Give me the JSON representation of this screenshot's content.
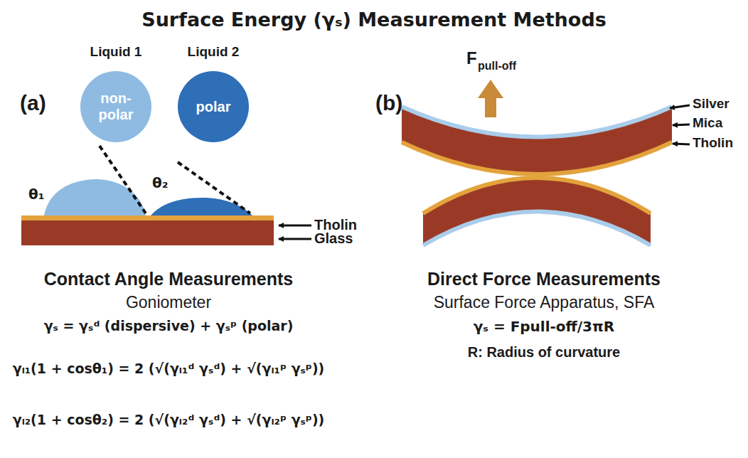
{
  "diagram": {
    "title": "Surface Energy (γₛ) Measurement Methods",
    "nodes": [
      {
        "text": [
          "Liquid 1",
          "non-polar"
        ]
      },
      {
        "text": [
          "Liquid 2",
          "polar"
        ]
      }
    ],
    "labels": [
      "(a)",
      "θ₁",
      "θ₂",
      "Tholin",
      "Glass",
      "Contact Angle Measurements",
      "Goniometer",
      "γₛ = γₛᵈ (dispersive) + γₛᵖ (polar)",
      "γₗ₁(1 + cosθ₁) = 2 (√(γₗ₁ᵈ γₛᵈ) + √(γₗ₁ᵖ γₛᵖ))",
      "γₗ₂(1 + cosθ₂) = 2 (√(γₗ₂ᵈ γₛᵈ) + √(γₗ₂ᵖ γₛᵖ))",
      "(b)",
      "F",
      "pull-off",
      "Silver",
      "Mica",
      "Tholin",
      "Direct Force Measurements",
      "Surface Force Apparatus, SFA",
      "γₛ = Fpull-off/3πR",
      "R: Radius of curvature"
    ]
  }
}
